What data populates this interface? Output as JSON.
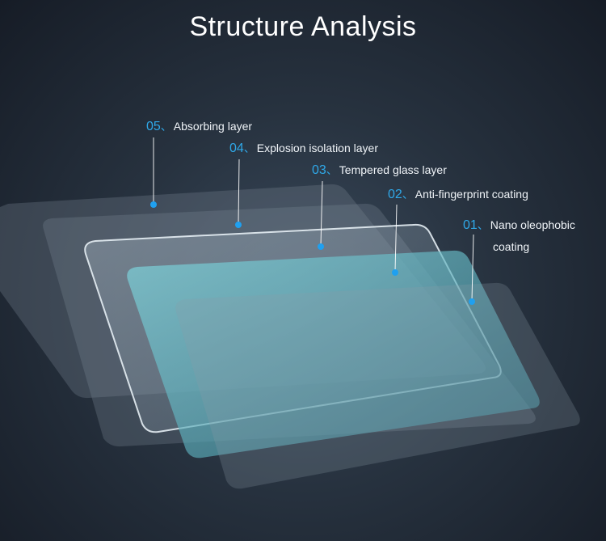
{
  "title": "Structure Analysis",
  "accent_color": "#2fa8e8",
  "separator": "、",
  "layers": [
    {
      "number": "05",
      "label": "Absorbing layer"
    },
    {
      "number": "04",
      "label": "Explosion isolation layer"
    },
    {
      "number": "03",
      "label": "Tempered glass layer"
    },
    {
      "number": "02",
      "label": "Anti-fingerprint coating"
    },
    {
      "number": "01",
      "label": "Nano oleophobic",
      "label_line2": "coating"
    }
  ]
}
